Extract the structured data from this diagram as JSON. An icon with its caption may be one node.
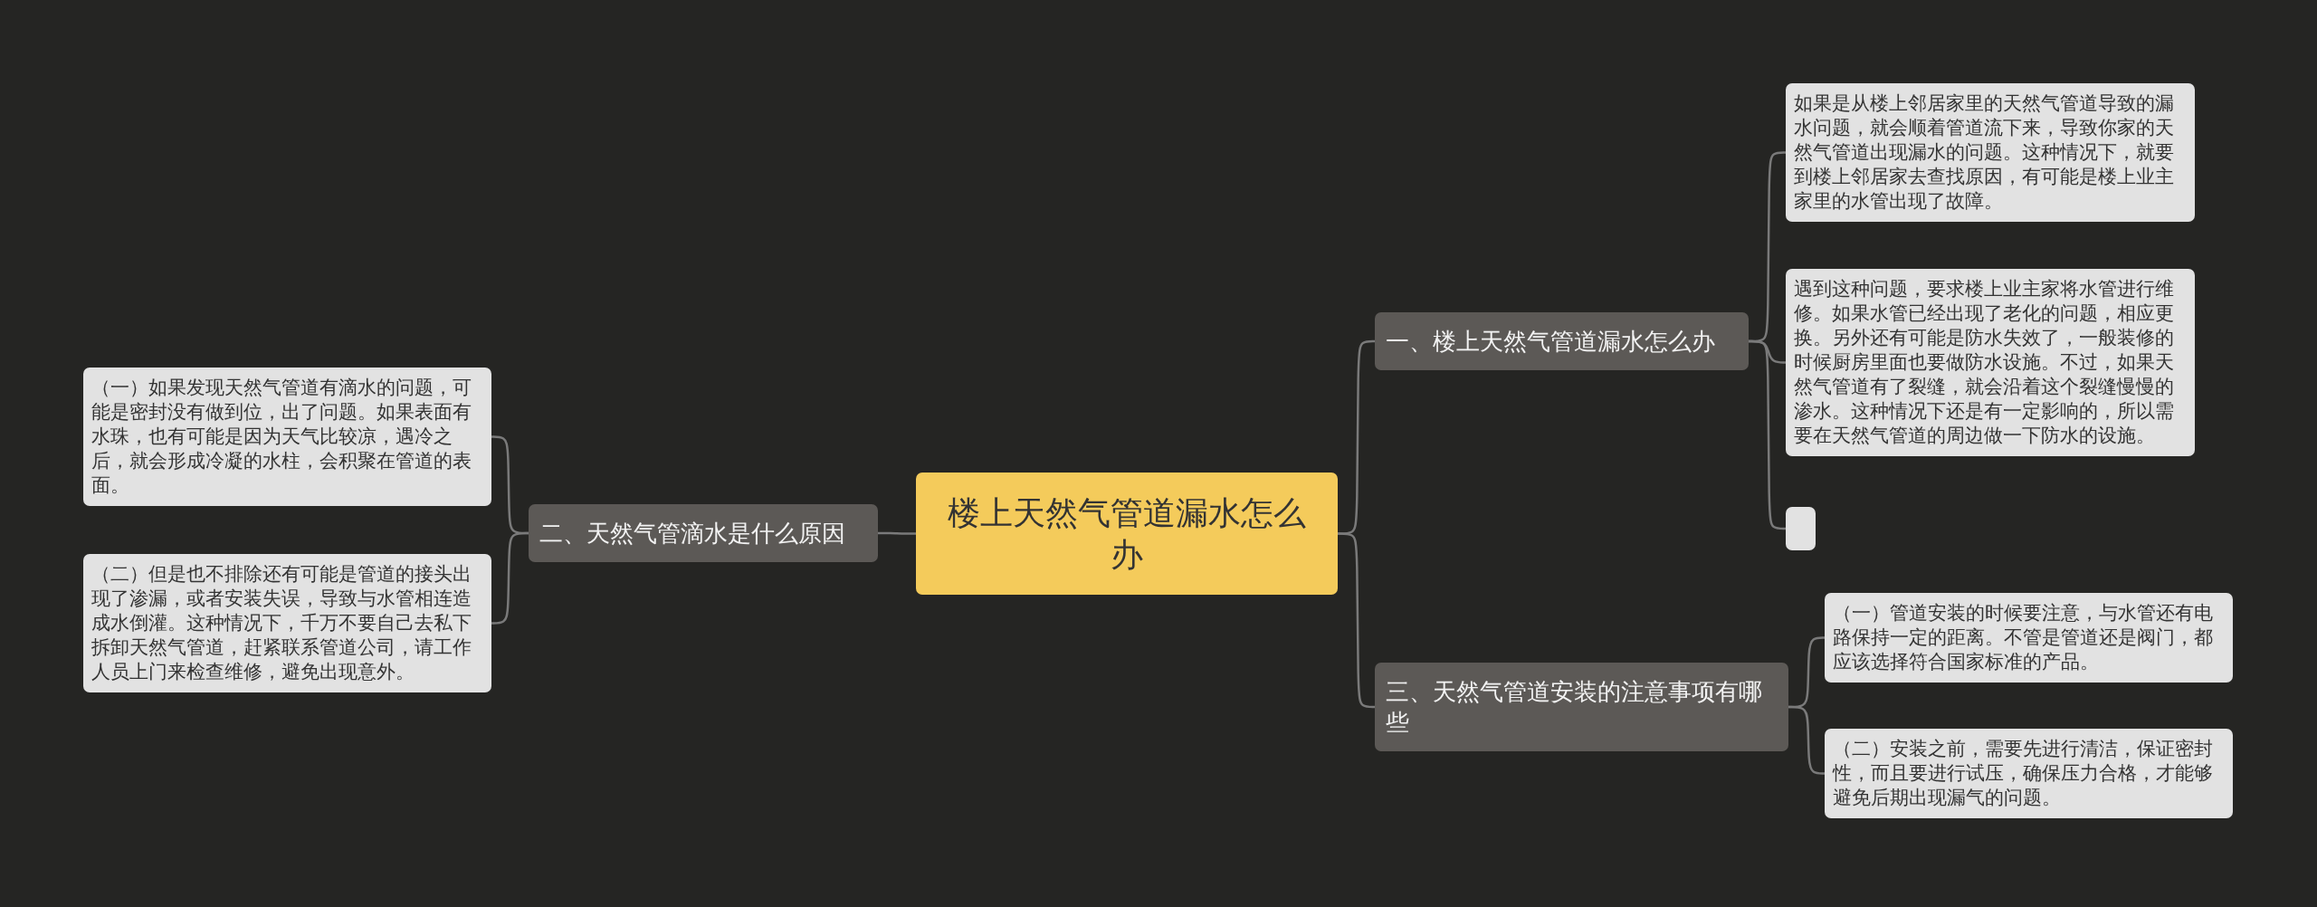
{
  "diagram": {
    "nodes": [
      {
        "text": [
          "楼上天然气管道漏水怎么办"
        ]
      },
      {
        "text": [
          "一、楼上天然气管道漏水怎么办"
        ]
      },
      {
        "text": [
          "如果是从楼上邻居家里的天然气管道导致的漏水问题，就会顺着管道流下来，导致你家的天然气管道出现漏水的问题。这种情况下，就要到楼上邻居家去查找原因，有可能是楼上业主家里的水管出现了故障。"
        ]
      },
      {
        "text": [
          "遇到这种问题，要求楼上业主家将水管进行维修。如果水管已经出现了老化的问题，相应更换。另外还有可能是防水失效了，一般装修的时候厨房里面也要做防水设施。不过，如果天然气管道有了裂缝，就会沿着这个裂缝慢慢的渗水。这种情况下还是有一定影响的，所以需要在天然气管道的周边做一下防水的设施。"
        ]
      },
      {
        "text": [],
        "shape": "box"
      },
      {
        "text": [
          "二、天然气管滴水是什么原因"
        ]
      },
      {
        "text": [
          "（一）如果发现天然气管道有滴水的问题，可能是密封没有做到位，出了问题。如果表面有水珠，也有可能是因为天气比较凉，遇冷之后，就会形成冷凝的水柱，会积聚在管道的表面。"
        ]
      },
      {
        "text": [
          "（二）但是也不排除还有可能是管道的接头出现了渗漏，或者安装失误，导致与水管相连造成水倒灌。这种情况下，千万不要自己去私下拆卸天然气管道，赶紧联系管道公司，请工作人员上门来检查维修，避免出现意外。"
        ]
      },
      {
        "text": [
          "三、天然气管道安装的注意事项有哪些"
        ]
      },
      {
        "text": [
          "（一）管道安装的时候要注意，与水管还有电路保持一定的距离。不管是管道还是阀门，都应该选择符合国家标准的产品。"
        ]
      },
      {
        "text": [
          "（二）安装之前，需要先进行清洁，保证密封性，而且要进行试压，确保压力合格，才能够避免后期出现漏气的问题。"
        ]
      }
    ],
    "edges": [
      {
        "from": 0,
        "to": 1,
        "arrow": "none"
      },
      {
        "from": 1,
        "to": 2,
        "arrow": "none"
      },
      {
        "from": 1,
        "to": 3,
        "arrow": "none"
      },
      {
        "from": 1,
        "to": 4,
        "arrow": "none"
      },
      {
        "from": 0,
        "to": 5,
        "arrow": "none"
      },
      {
        "from": 5,
        "to": 6,
        "arrow": "none"
      },
      {
        "from": 5,
        "to": 7,
        "arrow": "none"
      },
      {
        "from": 0,
        "to": 8,
        "arrow": "none"
      },
      {
        "from": 8,
        "to": 9,
        "arrow": "none"
      },
      {
        "from": 8,
        "to": 10,
        "arrow": "none"
      }
    ]
  }
}
